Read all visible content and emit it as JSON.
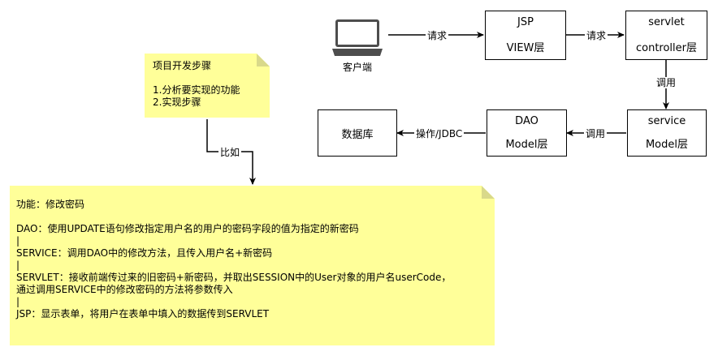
{
  "client": {
    "label": "客户端"
  },
  "nodes": {
    "jsp": {
      "line1": "JSP",
      "line2": "VIEW层"
    },
    "servlet": {
      "line1": "servlet",
      "line2": "controller层"
    },
    "service": {
      "line1": "service",
      "line2": "Model层"
    },
    "dao": {
      "line1": "DAO",
      "line2": "Model层"
    },
    "db": {
      "label": "数据库"
    }
  },
  "edges": {
    "client_jsp": "请求",
    "jsp_servlet": "请求",
    "servlet_service": "调用",
    "service_dao": "调用",
    "dao_db": "操作/JDBC",
    "note_example": "比如"
  },
  "note_steps": {
    "title": "项目开发步骤",
    "blank": "",
    "step1": "1.分析要实现的功能",
    "step2": "2.实现步骤"
  },
  "note_detail": {
    "lines": [
      "功能：修改密码",
      "",
      "DAO：使用UPDATE语句修改指定用户名的用户的密码字段的值为指定的新密码",
      "|",
      "SERVICE：调用DAO中的修改方法，且传入用户名+新密码",
      "|",
      "SERVLET：接收前端传过来的旧密码+新密码，并取出SESSION中的User对象的用户名userCode，",
      "通过调用SERVICE中的修改密码的方法将参数传入",
      "|",
      "JSP：显示表单，将用户在表单中填入的数据传到SERVLET"
    ]
  },
  "colors": {
    "note_fill": "#ffff99",
    "stroke": "#000000",
    "background": "#ffffff"
  }
}
